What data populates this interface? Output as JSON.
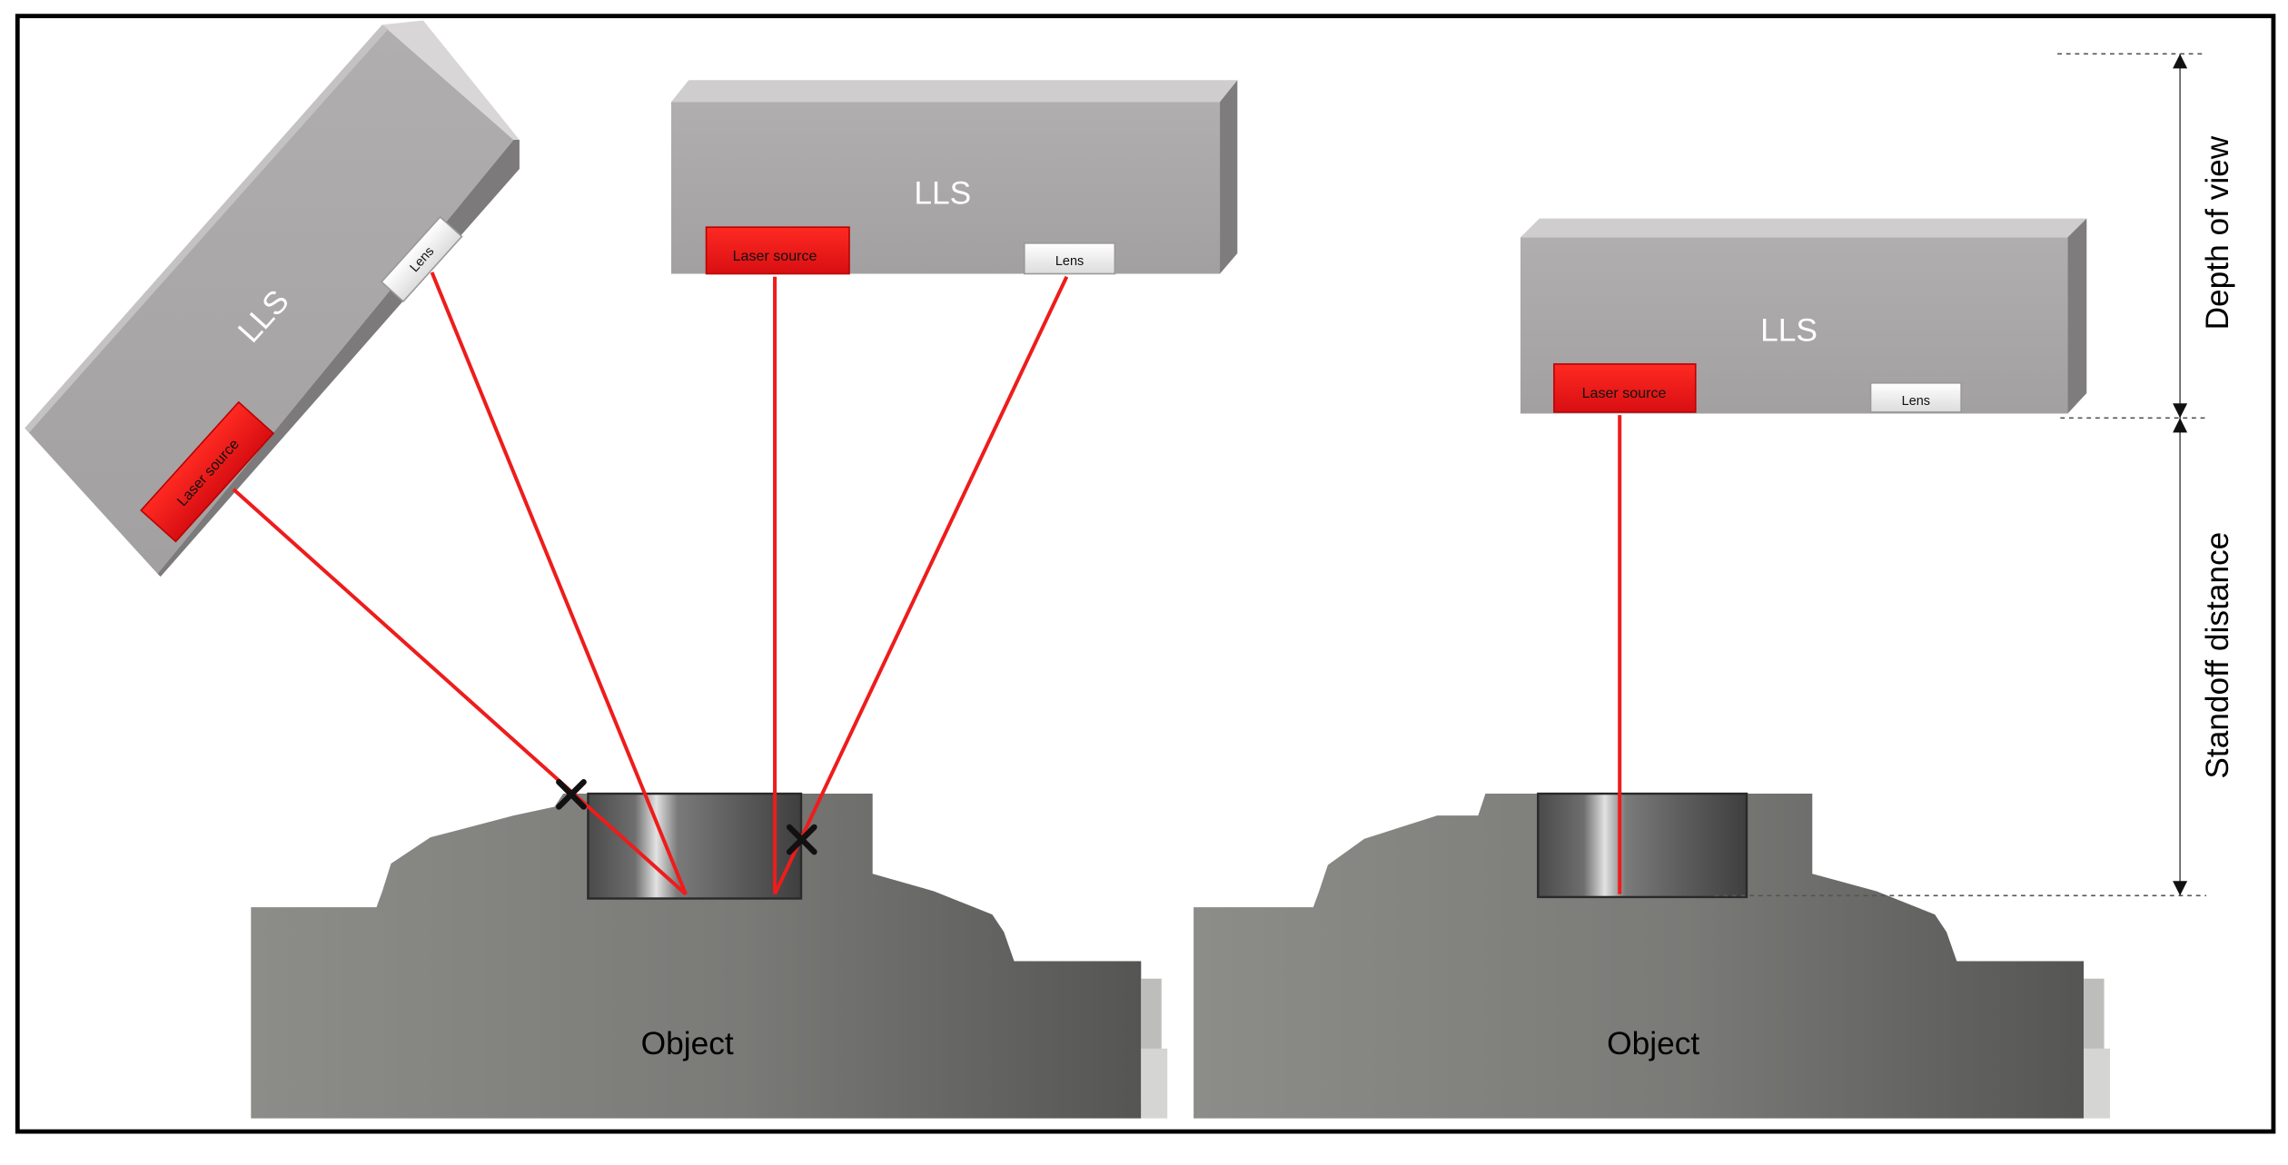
{
  "labels": {
    "lls": "LLS",
    "laser_source": "Laser source",
    "lens": "Lens",
    "object": "Object",
    "depth_of_view": "Depth of view",
    "standoff_distance": "Standoff distance"
  },
  "colors": {
    "frame": "#000000",
    "laser": "#ee1c1c",
    "laser_box": "#e8141a",
    "sensor_body": "#a8a6a6",
    "object_fill": "#7e7e7c",
    "blocked_marker": "#111111"
  }
}
